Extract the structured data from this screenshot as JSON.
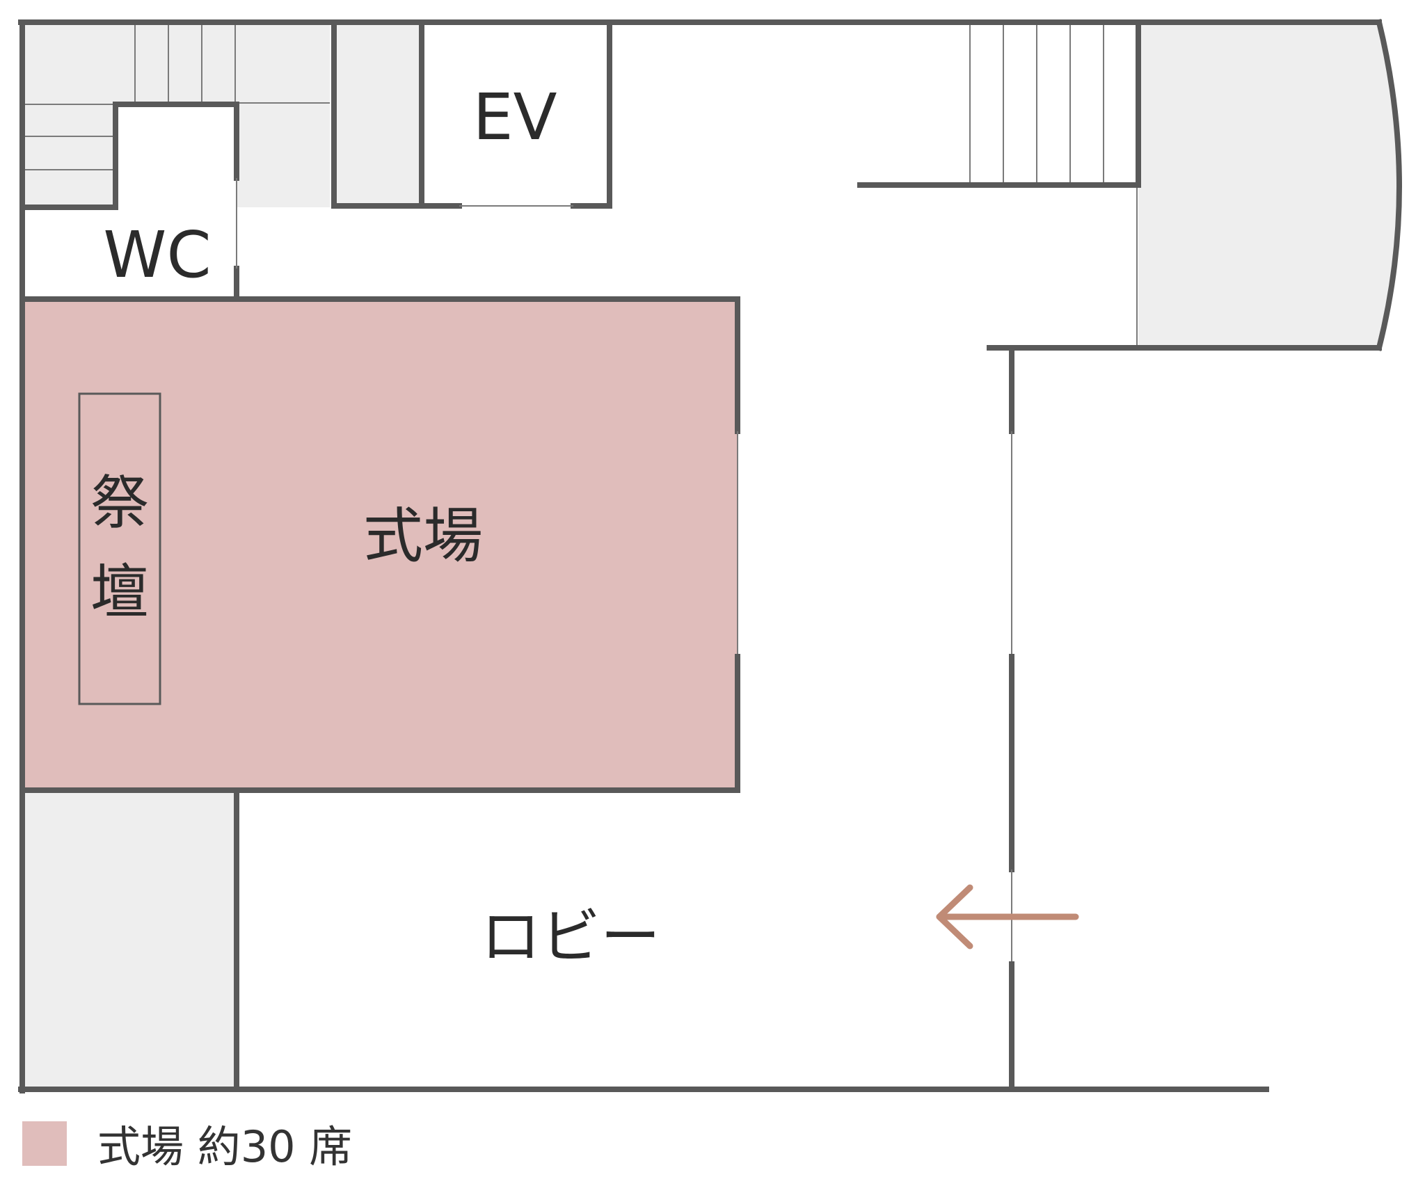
{
  "colors": {
    "hall_fill": "#e0bdbb",
    "wall": "#595959",
    "storage_fill": "#eeeeee",
    "arrow": "#c08b76",
    "text": "#2b2b2b"
  },
  "rooms": {
    "ev_label": "EV",
    "wc_label": "WC",
    "hall_label": "式場",
    "altar_label_line1": "祭",
    "altar_label_line2": "壇",
    "lobby_label": "ロビー"
  },
  "entrance": {
    "icon": "arrow-left-icon"
  },
  "legend": {
    "text": "式場 約30 席"
  }
}
